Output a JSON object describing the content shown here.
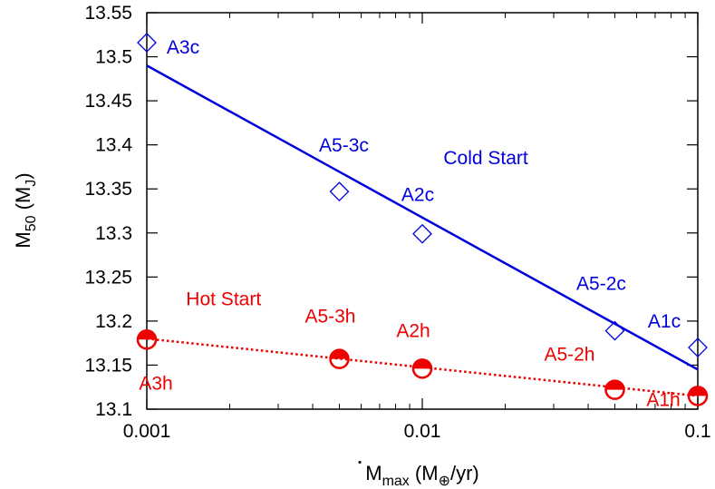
{
  "chart_data": {
    "type": "scatter",
    "x_scale": "log",
    "xlim": [
      0.001,
      0.1
    ],
    "ylim": [
      13.1,
      13.55
    ],
    "grid": false,
    "legend": "none",
    "x_ticks": [
      {
        "value": 0.001,
        "label": "0.001"
      },
      {
        "value": 0.01,
        "label": "0.01"
      },
      {
        "value": 0.1,
        "label": "0.1"
      }
    ],
    "y_ticks": [
      {
        "value": 13.1,
        "label": "13.1"
      },
      {
        "value": 13.15,
        "label": "13.15"
      },
      {
        "value": 13.2,
        "label": "13.2"
      },
      {
        "value": 13.25,
        "label": "13.25"
      },
      {
        "value": 13.3,
        "label": "13.3"
      },
      {
        "value": 13.35,
        "label": "13.35"
      },
      {
        "value": 13.4,
        "label": "13.4"
      },
      {
        "value": 13.45,
        "label": "13.45"
      },
      {
        "value": 13.5,
        "label": "13.5"
      },
      {
        "value": 13.55,
        "label": "13.55"
      }
    ],
    "xlabel": {
      "main": "M",
      "sub": "max",
      "mid": " (M",
      "sub2": "⊕",
      "end": "/yr)"
    },
    "ylabel": {
      "main": "M",
      "sub": "50",
      "mid": " (M",
      "sub2": "J",
      "end": ")"
    },
    "series": [
      {
        "name": "Cold Start",
        "color": "#0000dd",
        "marker": "diamond-open",
        "points": [
          {
            "x": 0.001,
            "y": 13.516,
            "label": "A3c"
          },
          {
            "x": 0.005,
            "y": 13.347,
            "label": "A5-3c"
          },
          {
            "x": 0.01,
            "y": 13.299,
            "label": "A2c"
          },
          {
            "x": 0.05,
            "y": 13.189,
            "label": "A5-2c"
          },
          {
            "x": 0.1,
            "y": 13.17,
            "label": "A1c"
          }
        ],
        "fit": {
          "style": "solid",
          "from": {
            "x": 0.001,
            "y": 13.49
          },
          "to": {
            "x": 0.1,
            "y": 13.145
          }
        }
      },
      {
        "name": "Hot Start",
        "color": "#ee0000",
        "marker": "circle-half-filled",
        "points": [
          {
            "x": 0.001,
            "y": 13.179,
            "label": "A3h"
          },
          {
            "x": 0.005,
            "y": 13.157,
            "label": "A5-3h"
          },
          {
            "x": 0.01,
            "y": 13.146,
            "label": "A2h"
          },
          {
            "x": 0.05,
            "y": 13.122,
            "label": "A5-2h"
          },
          {
            "x": 0.1,
            "y": 13.115,
            "label": "A1h"
          }
        ],
        "fit": {
          "style": "dotted",
          "from": {
            "x": 0.001,
            "y": 13.18
          },
          "to": {
            "x": 0.1,
            "y": 13.115
          }
        }
      }
    ],
    "annotations": [
      {
        "text": "Cold Start",
        "x": 0.017,
        "y": 13.385,
        "color": "#0000dd"
      },
      {
        "text": "Hot Start",
        "x": 0.0019,
        "y": 13.225,
        "color": "#ee0000"
      }
    ]
  }
}
